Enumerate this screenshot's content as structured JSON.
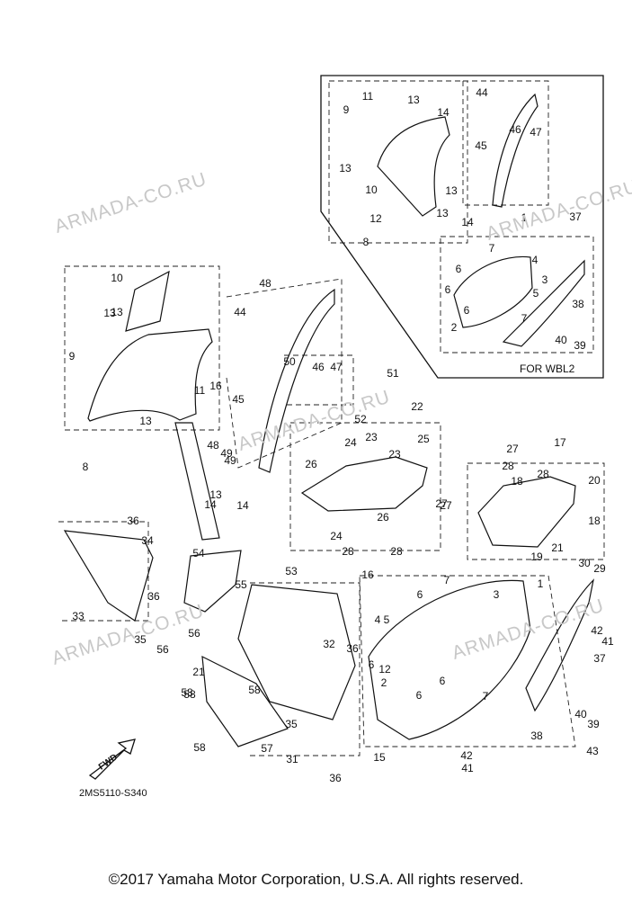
{
  "watermark": "ARMADA-CO.RU",
  "variant_label": "FOR WBL2",
  "catalog_code": "2MS5110-S340",
  "fwd_label": "FWD",
  "copyright": "©2017 Yamaha Motor Corporation, U.S.A. All rights reserved.",
  "callouts": [
    {
      "n": "1"
    },
    {
      "n": "2"
    },
    {
      "n": "3"
    },
    {
      "n": "4"
    },
    {
      "n": "5"
    },
    {
      "n": "6"
    },
    {
      "n": "7"
    },
    {
      "n": "8"
    },
    {
      "n": "9"
    },
    {
      "n": "10"
    },
    {
      "n": "11"
    },
    {
      "n": "12"
    },
    {
      "n": "13"
    },
    {
      "n": "14"
    },
    {
      "n": "15"
    },
    {
      "n": "16"
    },
    {
      "n": "17"
    },
    {
      "n": "18"
    },
    {
      "n": "19"
    },
    {
      "n": "20"
    },
    {
      "n": "21"
    },
    {
      "n": "22"
    },
    {
      "n": "23"
    },
    {
      "n": "24"
    },
    {
      "n": "25"
    },
    {
      "n": "26"
    },
    {
      "n": "27"
    },
    {
      "n": "28"
    },
    {
      "n": "29"
    },
    {
      "n": "30"
    },
    {
      "n": "31"
    },
    {
      "n": "32"
    },
    {
      "n": "33"
    },
    {
      "n": "34"
    },
    {
      "n": "35"
    },
    {
      "n": "36"
    },
    {
      "n": "37"
    },
    {
      "n": "38"
    },
    {
      "n": "39"
    },
    {
      "n": "40"
    },
    {
      "n": "41"
    },
    {
      "n": "42"
    },
    {
      "n": "43"
    },
    {
      "n": "44"
    },
    {
      "n": "45"
    },
    {
      "n": "46"
    },
    {
      "n": "47"
    },
    {
      "n": "48"
    },
    {
      "n": "49"
    },
    {
      "n": "50"
    },
    {
      "n": "51"
    },
    {
      "n": "52"
    },
    {
      "n": "53"
    },
    {
      "n": "54"
    },
    {
      "n": "55"
    },
    {
      "n": "56"
    },
    {
      "n": "57"
    },
    {
      "n": "58"
    },
    {
      "n": "1"
    },
    {
      "n": "2"
    },
    {
      "n": "3"
    },
    {
      "n": "4"
    },
    {
      "n": "5"
    },
    {
      "n": "6"
    },
    {
      "n": "6"
    },
    {
      "n": "6"
    },
    {
      "n": "7"
    },
    {
      "n": "7"
    },
    {
      "n": "8"
    },
    {
      "n": "9"
    },
    {
      "n": "10"
    },
    {
      "n": "11"
    },
    {
      "n": "12"
    },
    {
      "n": "13"
    },
    {
      "n": "13"
    },
    {
      "n": "13"
    },
    {
      "n": "13"
    },
    {
      "n": "14"
    },
    {
      "n": "14"
    },
    {
      "n": "37"
    },
    {
      "n": "38"
    },
    {
      "n": "39"
    },
    {
      "n": "40"
    },
    {
      "n": "44"
    },
    {
      "n": "45"
    },
    {
      "n": "46"
    },
    {
      "n": "47"
    },
    {
      "n": "13"
    },
    {
      "n": "13"
    },
    {
      "n": "13"
    },
    {
      "n": "14"
    },
    {
      "n": "16"
    },
    {
      "n": "48"
    },
    {
      "n": "49"
    },
    {
      "n": "6"
    },
    {
      "n": "6"
    },
    {
      "n": "6"
    },
    {
      "n": "7"
    },
    {
      "n": "36"
    },
    {
      "n": "36"
    },
    {
      "n": "36"
    },
    {
      "n": "35"
    },
    {
      "n": "58"
    },
    {
      "n": "58"
    },
    {
      "n": "58"
    },
    {
      "n": "41"
    },
    {
      "n": "42"
    },
    {
      "n": "23"
    },
    {
      "n": "24"
    },
    {
      "n": "26"
    },
    {
      "n": "27"
    },
    {
      "n": "27"
    },
    {
      "n": "28"
    },
    {
      "n": "28"
    },
    {
      "n": "28"
    },
    {
      "n": "18"
    },
    {
      "n": "21"
    },
    {
      "n": "56"
    },
    {
      "n": "55"
    }
  ]
}
